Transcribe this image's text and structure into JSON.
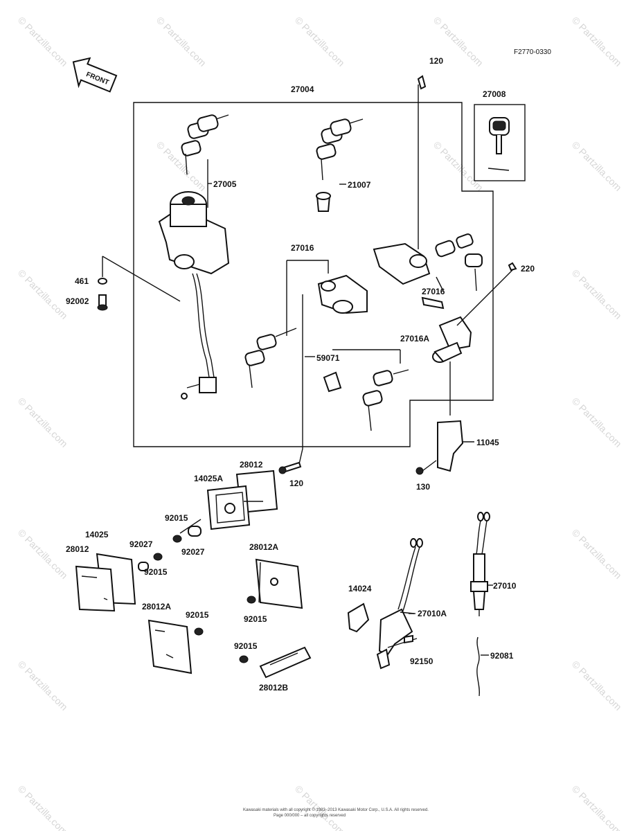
{
  "diagram": {
    "figure_code": "F2770-0330",
    "front_label": "FRONT",
    "watermark": "© Partzilla.com",
    "footer_line1": "Kawasaki materials with all copyright © 1983–2013 Kawasaki Motor Corp., U.S.A. All rights reserved.",
    "footer_line2": "Page 000/000 – all copyrights reserved",
    "callouts": {
      "c120_top": "120",
      "c27004": "27004",
      "c27008": "27008",
      "c27005": "27005",
      "c21007": "21007",
      "c27016_a": "27016",
      "c27016_b": "27016",
      "c220": "220",
      "c461": "461",
      "c92002": "92002",
      "c27016A": "27016A",
      "c59071": "59071",
      "c11045": "11045",
      "c120_bottom": "120",
      "c130": "130",
      "c28012_top": "28012",
      "c14025A": "14025A",
      "c92015_a": "92015",
      "c92027_a": "92027",
      "c14025": "14025",
      "c92027_b": "92027",
      "c28012_left": "28012",
      "c92015_b": "92015",
      "c28012A_mid": "28012A",
      "c92015_c": "92015",
      "c28012A_left": "28012A",
      "c92015_d": "92015",
      "c92015_e": "92015",
      "c28012B": "28012B",
      "c14024": "14024",
      "c27010A": "27010A",
      "c92150": "92150",
      "c27010": "27010",
      "c92081": "92081"
    }
  }
}
